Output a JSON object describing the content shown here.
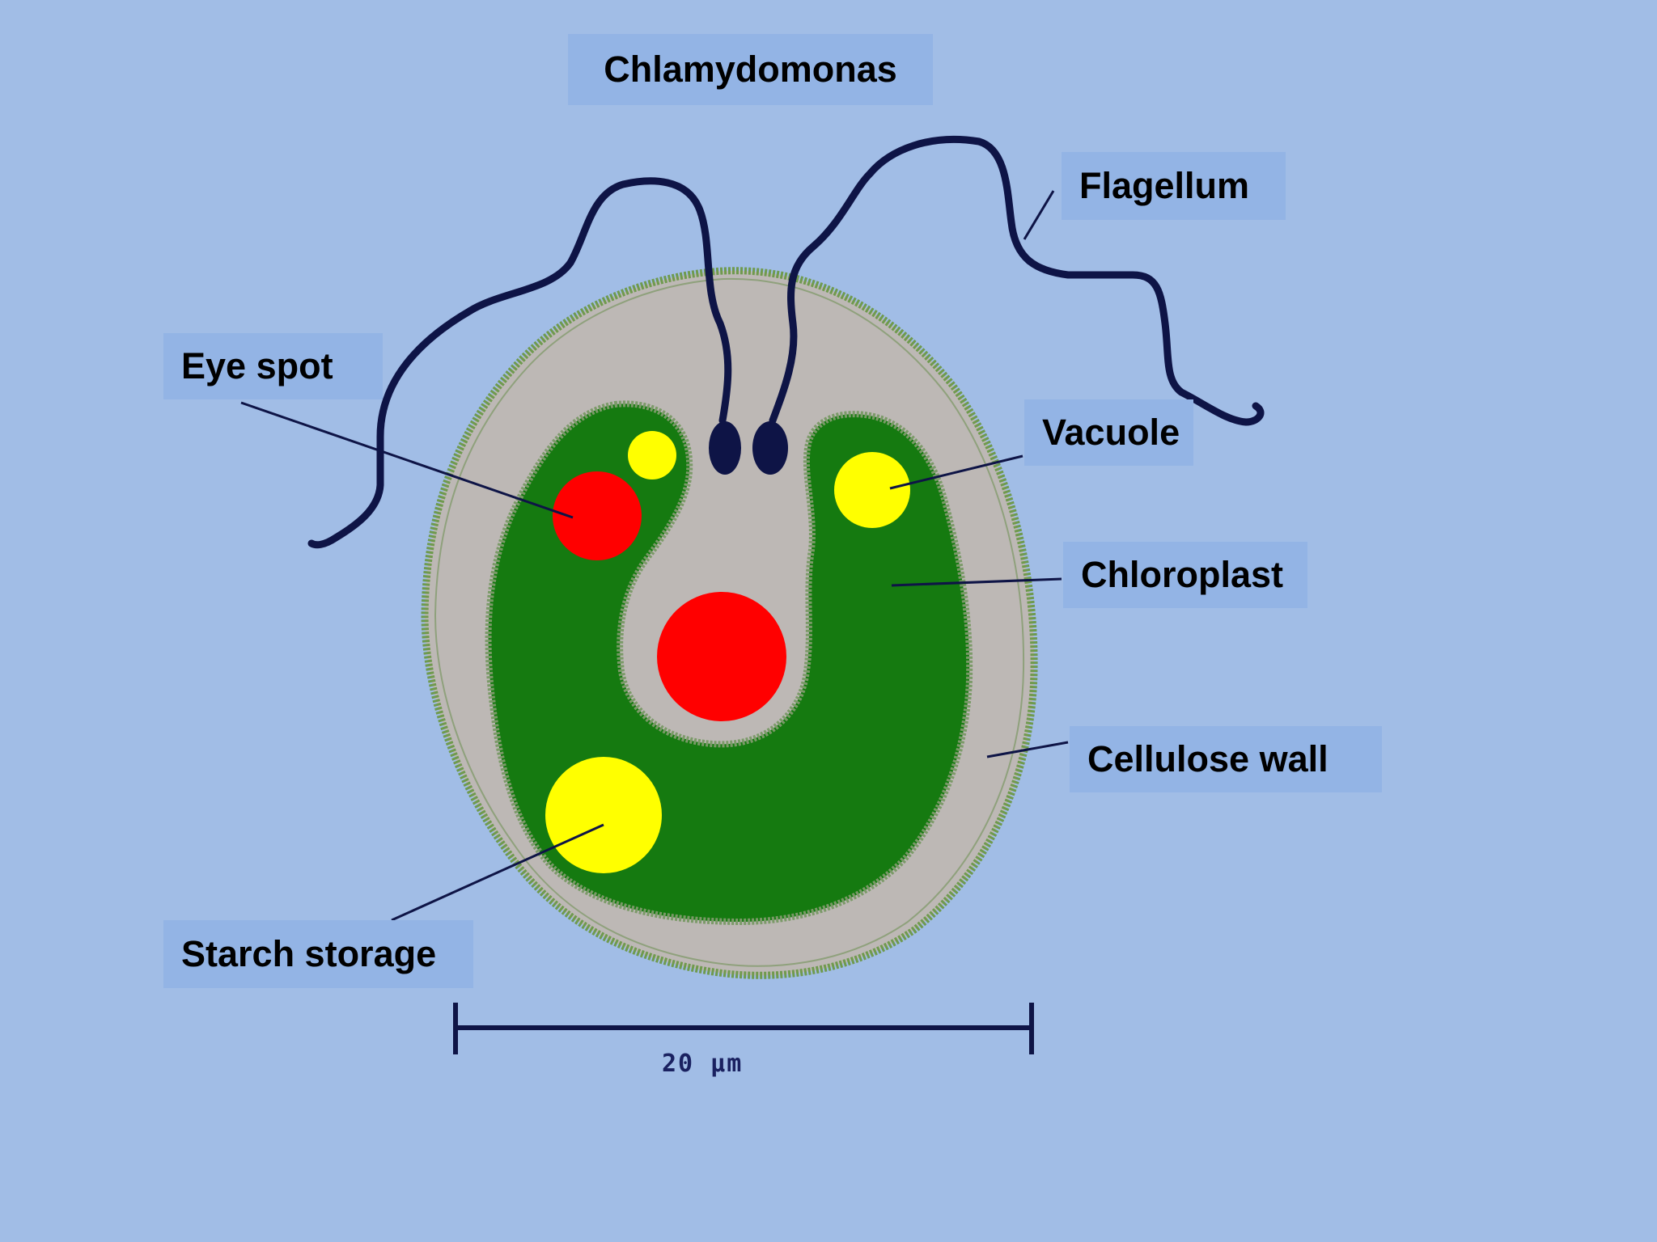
{
  "title": "Chlamydomonas",
  "labels": {
    "flagellum": "Flagellum",
    "eye_spot": "Eye spot",
    "vacuole": "Vacuole",
    "chloroplast": "Chloroplast",
    "cellulose_wall": "Cellulose wall",
    "starch_storage": "Starch storage"
  },
  "scale_bar": {
    "label": "20 µm"
  },
  "colors": {
    "background": "#a1bde6",
    "label_box": "#93b4e5",
    "cell_wall": "#6f9a4e",
    "cytoplasm": "#bdb8b5",
    "chloroplast": "#157a10",
    "eye_spot": "#ff0000",
    "nucleus": "#ff0000",
    "starch": "#ffff00",
    "flagella": "#0e1446"
  }
}
